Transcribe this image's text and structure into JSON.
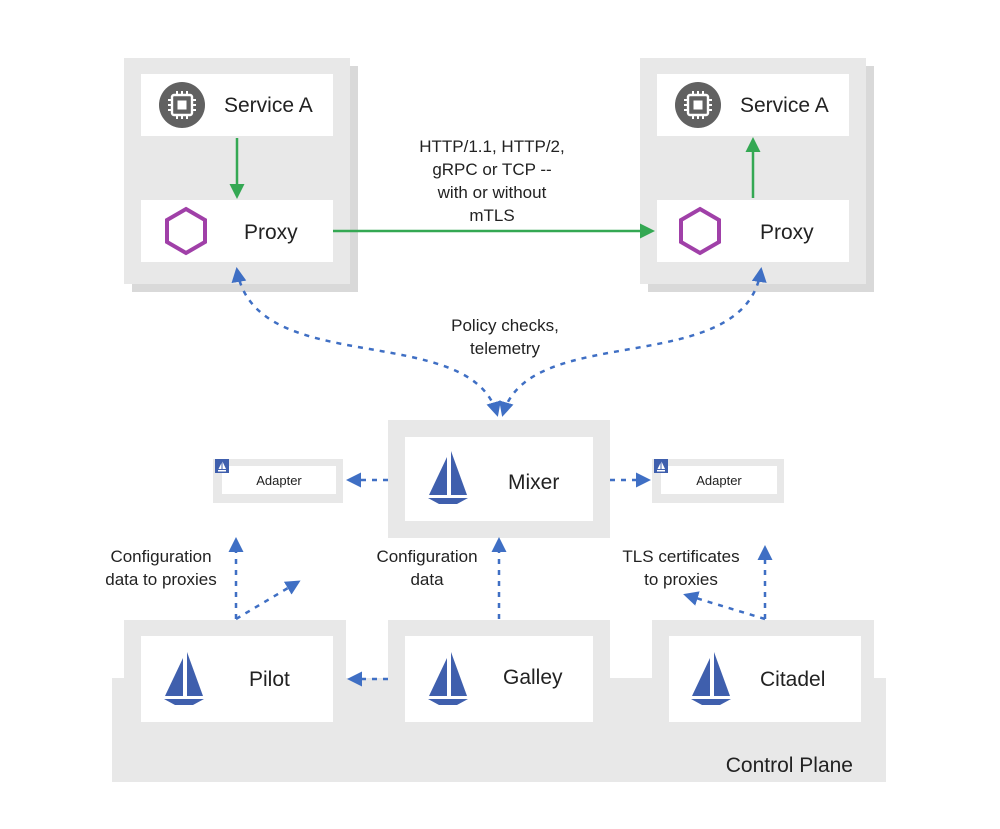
{
  "nodes": {
    "service_left": "Service A",
    "service_right": "Service A",
    "proxy_left": "Proxy",
    "proxy_right": "Proxy",
    "mixer": "Mixer",
    "adapter_left": "Adapter",
    "adapter_right": "Adapter",
    "pilot": "Pilot",
    "galley": "Galley",
    "citadel": "Citadel"
  },
  "edge_labels": {
    "protocol": [
      "HTTP/1.1, HTTP/2,",
      "gRPC or TCP --",
      "with or without",
      "mTLS"
    ],
    "policy": [
      "Policy checks,",
      "telemetry"
    ],
    "pilot_config": [
      "Configuration",
      "data to proxies"
    ],
    "galley_config": [
      "Configuration",
      "data"
    ],
    "citadel_certs": [
      "TLS certificates",
      "to proxies"
    ]
  },
  "groups": {
    "control_plane": "Control Plane"
  },
  "icons": {
    "service": "chip-icon",
    "proxy": "hexagon-icon",
    "component": "sailboat-icon",
    "adapter": "sailboat-badge-icon"
  },
  "colors": {
    "data_flow": "#34a853",
    "control_flow": "#3f6fc4",
    "proxy_hexagon": "#a040a8",
    "sail": "#3f5fad",
    "panel": "#e8e8e8",
    "panel_shadow": "#d9d9d9",
    "chip_circle": "#616161"
  }
}
